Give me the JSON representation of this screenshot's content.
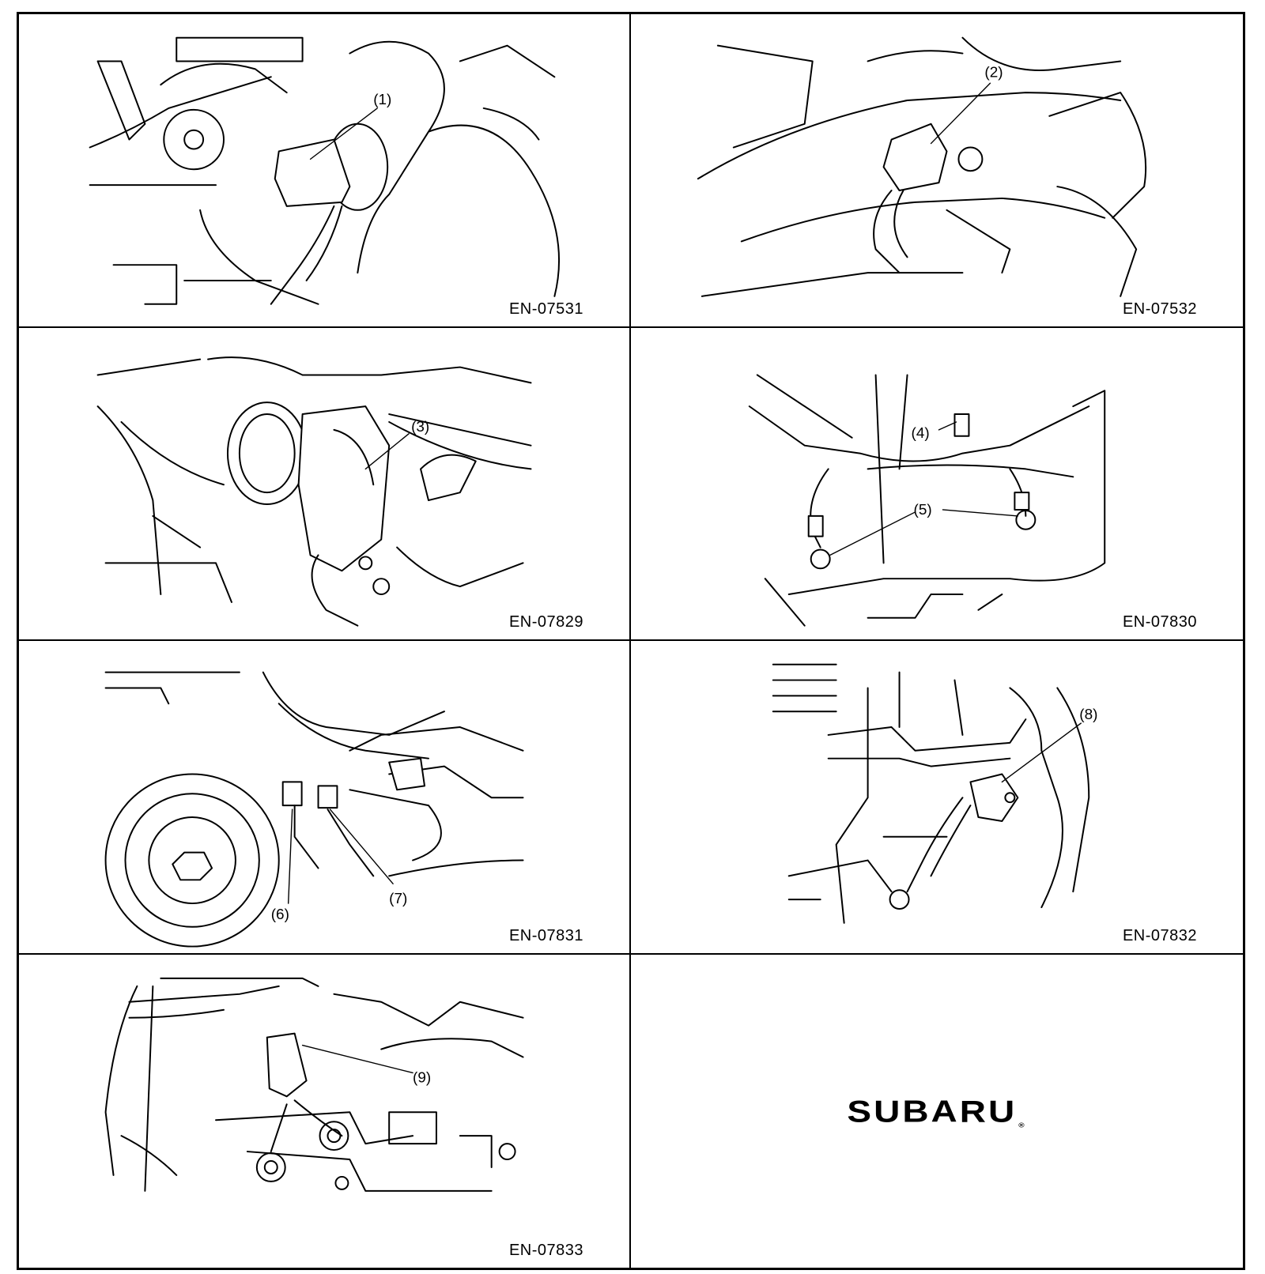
{
  "panels": [
    {
      "code": "EN-07531",
      "callouts": [
        "(1)"
      ]
    },
    {
      "code": "EN-07532",
      "callouts": [
        "(2)"
      ]
    },
    {
      "code": "EN-07829",
      "callouts": [
        "(3)"
      ]
    },
    {
      "code": "EN-07830",
      "callouts": [
        "(4)",
        "(5)"
      ]
    },
    {
      "code": "EN-07831",
      "callouts": [
        "(6)",
        "(7)"
      ]
    },
    {
      "code": "EN-07832",
      "callouts": [
        "(8)"
      ]
    },
    {
      "code": "EN-07833",
      "callouts": [
        "(9)"
      ]
    }
  ],
  "logo": {
    "text": "SUBARU",
    "mark": "®"
  }
}
